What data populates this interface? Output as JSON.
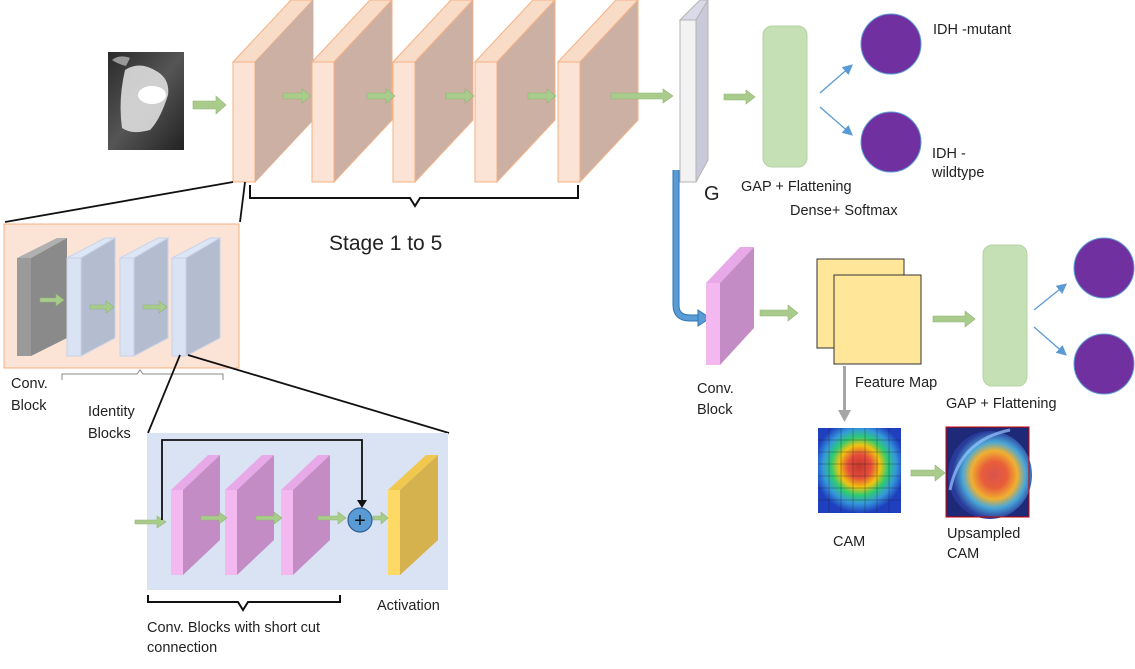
{
  "labels": {
    "stage": "Stage 1 to 5",
    "g": "G",
    "idh_mutant": "IDH -mutant",
    "idh_wildtype_1": "IDH -",
    "idh_wildtype_2": "wildtype",
    "gap_flatten_top": "GAP + Flattening",
    "dense_softmax": "Dense+ Softmax",
    "conv_block_left_1": "Conv.",
    "conv_block_left_2": "Block",
    "identity_blocks_1": "Identity",
    "identity_blocks_2": "Blocks",
    "conv_short_1": "Conv. Blocks with short cut",
    "conv_short_2": "connection",
    "activation": "Activation",
    "conv_block_right_1": "Conv.",
    "conv_block_right_2": "Block",
    "feature_map": "Feature Map",
    "gap_flatten_bottom": "GAP + Flattening",
    "cam": "CAM",
    "upsampled_cam_1": "Upsampled",
    "upsampled_cam_2": "CAM",
    "plus_symbol": "+"
  },
  "colors": {
    "stage_block": "#f7d9c4",
    "stage_block_front": "#ccb0a4",
    "identity_panel": "#fbe3d6",
    "conv_panel": "#dae3f3",
    "arrow_green": "#a9cc8c",
    "arrow_blue": "#5b9bd5",
    "class_node": "#7030a0",
    "dense_layer": "#c5e0b4",
    "feature_map": "#ffe699",
    "activation_block": "#d6b24e",
    "conv_magenta": "#c48cc4"
  }
}
